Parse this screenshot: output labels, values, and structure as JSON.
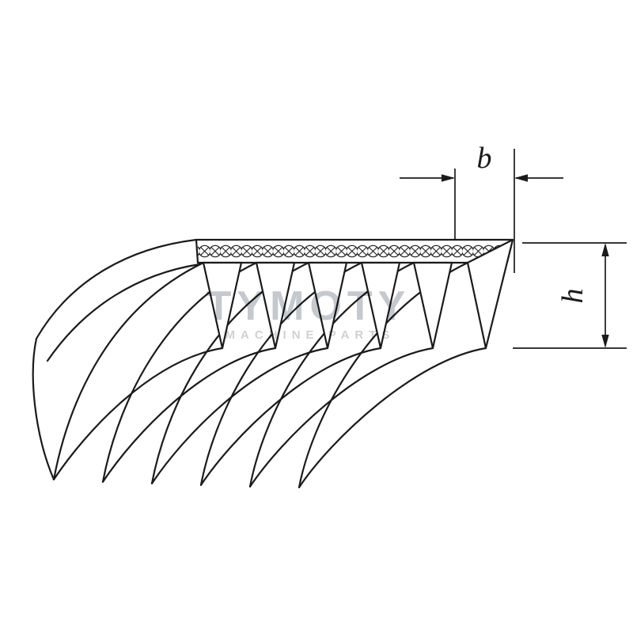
{
  "diagram": {
    "type": "technical-drawing",
    "subject": "poly-v ribbed belt cross-section with dimension callouts",
    "labels": {
      "b": "b",
      "h": "h"
    },
    "watermark": {
      "line1": "TYMOTY",
      "line2": "MACHINE PARTS"
    },
    "colors": {
      "line": "#1b1b1b",
      "background": "#ffffff",
      "watermark_primary": "#c3c9ce",
      "watermark_secondary": "#cdd2d6"
    },
    "rib_count": 6
  }
}
